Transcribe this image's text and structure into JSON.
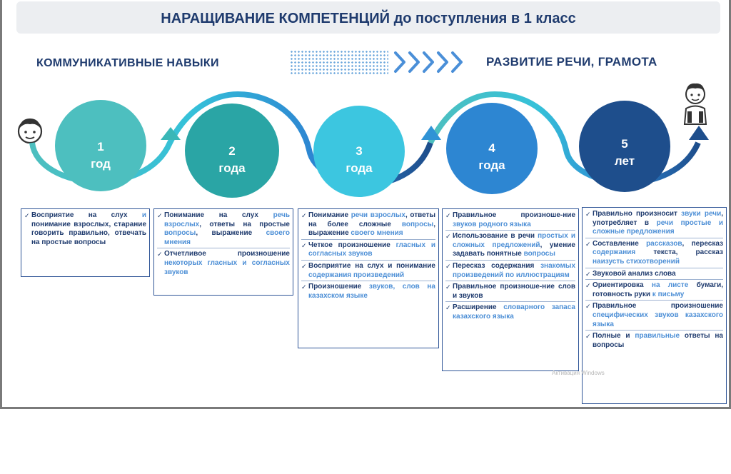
{
  "title": "НАРАЩИВАНИЕ КОМПЕТЕНЦИЙ до поступления в 1 класс",
  "subtitle_left": "КОММУНИКАТИВНЫЕ НАВЫКИ",
  "subtitle_right": "РАЗВИТИЕ  РЕЧИ, ГРАМОТА",
  "colors": {
    "title": "#1f3b6e",
    "circle1": "#4dbfbf",
    "circle2": "#2aa5a5",
    "circle3": "#3cc6e0",
    "circle4": "#2d86d2",
    "circle5": "#1e4e8c",
    "box_border": "#2f5597",
    "highlight": "#4d8fd6"
  },
  "icons": [
    "child-face-icon",
    "schoolboy-icon",
    "chevron-arrows-icon",
    "check-mark-icon"
  ],
  "stages": [
    {
      "num": "1",
      "unit": "год"
    },
    {
      "num": "2",
      "unit": "года"
    },
    {
      "num": "3",
      "unit": "года"
    },
    {
      "num": "4",
      "unit": "года"
    },
    {
      "num": "5",
      "unit": "лет"
    }
  ],
  "boxes": [
    {
      "items": [
        {
          "parts": [
            [
              "Восприятие на слух ",
              ""
            ],
            [
              "и",
              "hl"
            ],
            [
              " понимание взрослых, старание говорить правильно, отвечать на простые вопросы",
              ""
            ]
          ]
        }
      ]
    },
    {
      "items": [
        {
          "parts": [
            [
              "Понимание на слух ",
              ""
            ],
            [
              "речь взрослых",
              "hl"
            ],
            [
              ", ответы на простые ",
              ""
            ],
            [
              "вопросы",
              "hl"
            ],
            [
              ", выражение ",
              ""
            ],
            [
              "своего мнения",
              "hl"
            ]
          ]
        },
        {
          "parts": [
            [
              "Отчетливое произношение ",
              ""
            ],
            [
              "некоторых гласных и согласных звуков",
              "hl"
            ]
          ]
        }
      ]
    },
    {
      "items": [
        {
          "parts": [
            [
              "Понимание ",
              ""
            ],
            [
              "речи взрослых",
              "hl"
            ],
            [
              ", ответы на более сложные ",
              ""
            ],
            [
              "вопросы",
              "hl"
            ],
            [
              ", выражение ",
              ""
            ],
            [
              "своего мнения",
              "hl"
            ]
          ]
        },
        {
          "parts": [
            [
              "Четкое произношение ",
              ""
            ],
            [
              "гласных и согласных звуков",
              "hl"
            ]
          ]
        },
        {
          "parts": [
            [
              "Восприятие на слух и понимание ",
              ""
            ],
            [
              "содержания произведений",
              "hl"
            ]
          ]
        },
        {
          "parts": [
            [
              "Произношение ",
              ""
            ],
            [
              "звуков, слов на казахском языке",
              "hl"
            ]
          ]
        }
      ]
    },
    {
      "items": [
        {
          "parts": [
            [
              "Правильное произноше-ние ",
              ""
            ],
            [
              "звуков родного языка",
              "hl"
            ]
          ]
        },
        {
          "parts": [
            [
              "Использование в речи ",
              ""
            ],
            [
              "простых и сложных предложений",
              "hl"
            ],
            [
              ", умение задавать понятные ",
              ""
            ],
            [
              "вопросы",
              "hl"
            ]
          ]
        },
        {
          "parts": [
            [
              "Пересказ содержания ",
              ""
            ],
            [
              "знакомых произведений по иллюстрациям",
              "hl"
            ]
          ]
        },
        {
          "parts": [
            [
              "Правильное произноше-ние слов и звуков",
              ""
            ]
          ]
        },
        {
          "parts": [
            [
              "Расширение ",
              ""
            ],
            [
              "словарного запаса казахского языка",
              "hl"
            ]
          ]
        }
      ]
    },
    {
      "items": [
        {
          "parts": [
            [
              "Правильно произносит ",
              ""
            ],
            [
              "звуки речи",
              "hl"
            ],
            [
              ", употребляет в ",
              ""
            ],
            [
              "речи простые и сложные предложения",
              "hl"
            ]
          ]
        },
        {
          "parts": [
            [
              "Составление ",
              ""
            ],
            [
              "рассказов",
              "hl"
            ],
            [
              ", пересказ ",
              ""
            ],
            [
              "содержания",
              "hl"
            ],
            [
              " текста, рассказ ",
              ""
            ],
            [
              "наизусть стихотворений",
              "hl"
            ]
          ]
        },
        {
          "parts": [
            [
              "Звуковой анализ слова",
              ""
            ]
          ]
        },
        {
          "parts": [
            [
              "Ориентировка ",
              ""
            ],
            [
              "на листе",
              "hl"
            ],
            [
              " бумаги, готовность руки ",
              ""
            ],
            [
              "к письму",
              "hl"
            ]
          ]
        },
        {
          "parts": [
            [
              "Правильное произношение ",
              ""
            ],
            [
              "специфических звуков казахского языка",
              "hl"
            ]
          ]
        },
        {
          "parts": [
            [
              "Полные и ",
              ""
            ],
            [
              "правильные",
              "hl"
            ],
            [
              " ответы на вопросы",
              ""
            ]
          ]
        }
      ]
    }
  ],
  "watermark": "Активация Windows"
}
